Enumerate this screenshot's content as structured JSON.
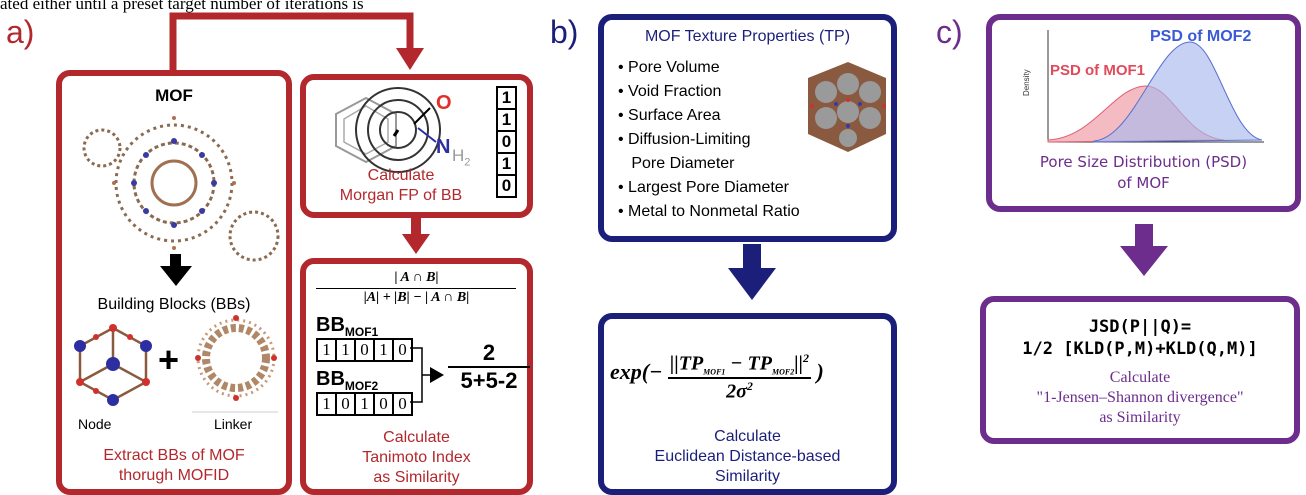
{
  "top_caption": "ated either until a preset target number of iterations is",
  "panels": {
    "a": {
      "letter": "a)",
      "left_box": {
        "mof_label": "MOF",
        "bbs_label": "Building Blocks (BBs)",
        "node_label": "Node",
        "plus": "+",
        "linker_label": "Linker",
        "caption_line1": "Extract BBs of MOF",
        "caption_line2": "thorugh MOFID"
      },
      "fp_box": {
        "o_label": "O",
        "n_label": "N",
        "h2_label": "H",
        "h2_sub": "2",
        "bits": [
          "1",
          "1",
          "0",
          "1",
          "0"
        ],
        "caption_line1": "Calculate",
        "caption_line2": "Morgan FP of BB"
      },
      "tanimoto_box": {
        "formula_num": "| A ∩ B|",
        "formula_den": "|A| + |B| − | A ∩ B|",
        "bb1_label": "BB",
        "bb1_sub": "MOF1",
        "bb1_bits": [
          "1",
          "1",
          "0",
          "1",
          "0"
        ],
        "bb2_label": "BB",
        "bb2_sub": "MOF2",
        "bb2_bits": [
          "1",
          "0",
          "1",
          "0",
          "0"
        ],
        "result_num": "2",
        "result_den": "5+5-2",
        "caption_line1": "Calculate",
        "caption_line2": "Tanimoto  Index",
        "caption_line3": "as Similarity"
      }
    },
    "b": {
      "letter": "b)",
      "tp_box": {
        "title": "MOF Texture Properties (TP)",
        "items": [
          "• Pore Volume",
          "• Void Fraction",
          "• Surface Area",
          "• Diffusion-Limiting",
          "   Pore Diameter",
          "• Largest Pore Diameter",
          "• Metal to Nonmetal Ratio"
        ]
      },
      "calc_box": {
        "exp": "exp(−",
        "num_a": "||TP",
        "sub_a": "MOF1",
        "minus": " − TP",
        "sub_b": "MOF2",
        "num_end": "||",
        "sup": "2",
        "den": "2σ",
        "den_sup": "2",
        "close": ")",
        "caption_line1": "Calculate",
        "caption_line2": "Euclidean Distance-based",
        "caption_line3": "Similarity"
      }
    },
    "c": {
      "letter": "c)",
      "psd_box": {
        "mof2_label": "PSD of MOF2",
        "mof1_label": "PSD of MOF1",
        "density_label": "Density",
        "caption_line1": "Pore Size Distribution (PSD)",
        "caption_line2": "of MOF"
      },
      "jsd_box": {
        "line1": "JSD(P||Q)=",
        "line2": "1/2 [KLD(P,M)+KLD(Q,M)]",
        "caption_line1": "Calculate",
        "caption_line2": "\"1-Jensen–Shannon divergence\"",
        "caption_line3": "as Similarity"
      }
    }
  },
  "colors": {
    "red": "#b3282d",
    "blue": "#1c1f7a",
    "purple": "#6c2d8c",
    "psd1": "#f0a0a8",
    "psd2": "#a9b8ec"
  }
}
